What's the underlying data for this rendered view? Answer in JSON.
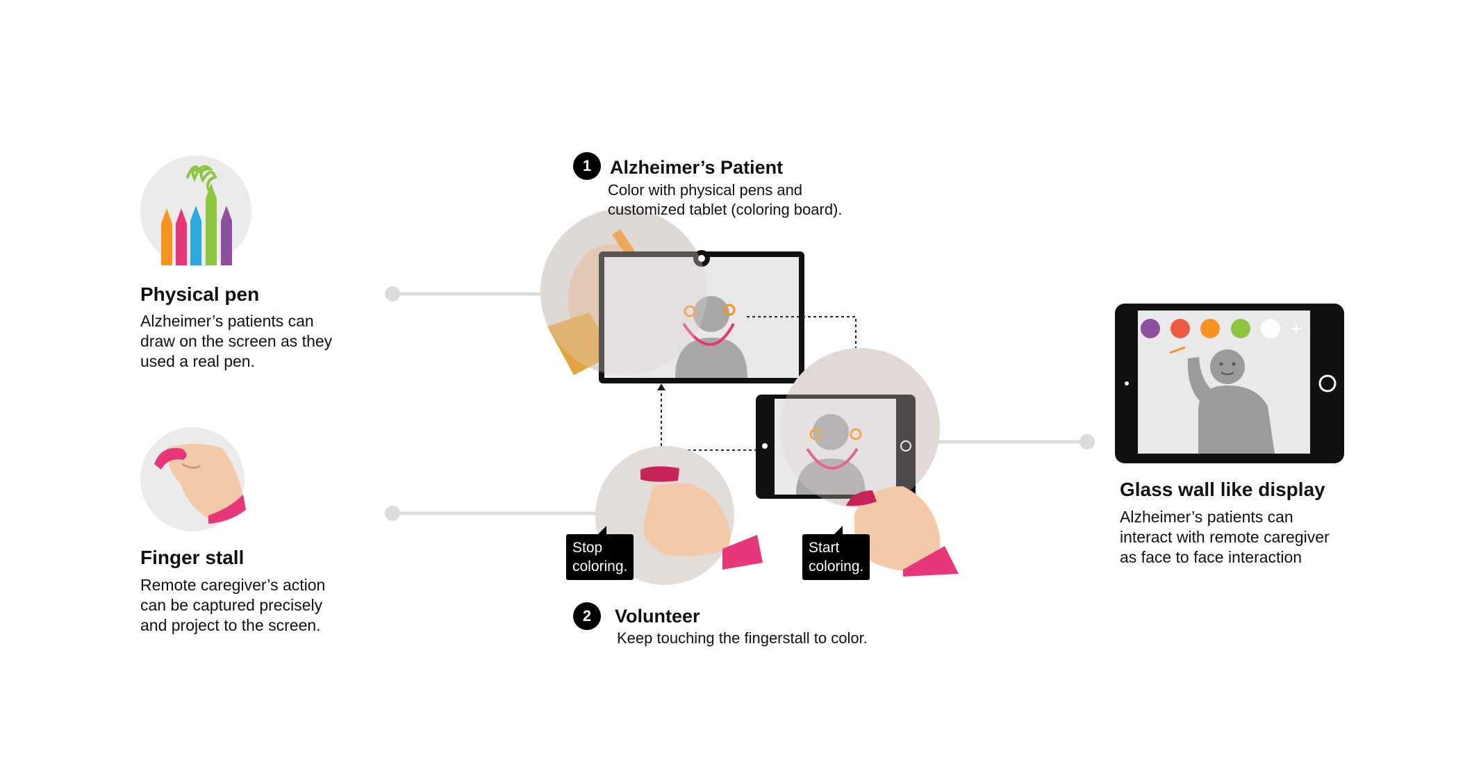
{
  "features": {
    "physical_pen": {
      "title": "Physical pen",
      "lines": [
        "Alzheimer’s patients can",
        "draw on the screen as they",
        "used a real pen."
      ]
    },
    "finger_stall": {
      "title": "Finger stall",
      "lines": [
        "Remote caregiver’s action",
        "can be captured precisely",
        "and project to the screen."
      ]
    },
    "glass_wall": {
      "title": "Glass wall like display",
      "lines": [
        "Alzheimer’s patients can",
        "interact with remote caregiver",
        "as face to face interaction"
      ]
    }
  },
  "steps": [
    {
      "number": "1",
      "title": "Alzheimer’s Patient",
      "lines": [
        "Color with physical pens and",
        "customized tablet (coloring board)."
      ]
    },
    {
      "number": "2",
      "title": "Volunteer",
      "lines": [
        "Keep touching the fingerstall to color."
      ]
    }
  ],
  "bubbles": {
    "stop": [
      "Stop",
      "coloring."
    ],
    "start": [
      "Start",
      "coloring."
    ]
  },
  "icons": [
    "crayons-icon",
    "finger-stall-hand-icon",
    "hand-holding-pen-icon",
    "patient-tablet-icon",
    "volunteer-tablet-icon",
    "finger-stall-hands-icon",
    "glass-wall-tablet-icon"
  ],
  "colors": {
    "purple": "#8e4f9f",
    "red": "#ef5a42",
    "orange": "#f7931e",
    "green": "#8dc63f",
    "pink": "#e8367a",
    "blue": "#29a9e0",
    "gray_figure": "#9b9b9b",
    "circle_bg": "#e2ddd9"
  }
}
